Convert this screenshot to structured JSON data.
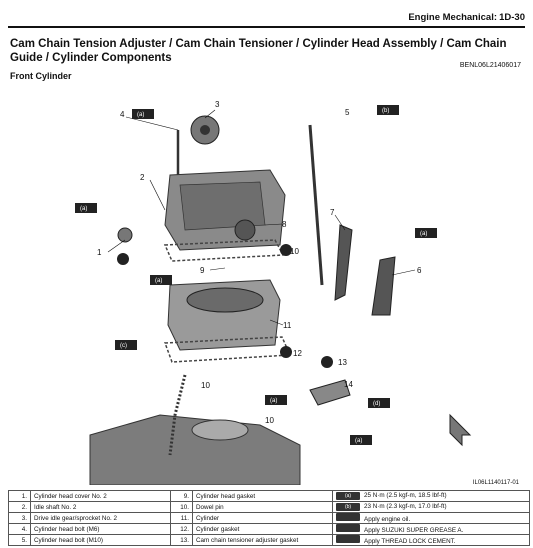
{
  "header": {
    "section": "Engine Mechanical:",
    "page": "1D-30"
  },
  "title": "Cam Chain Tension Adjuster / Cam Chain Tensioner / Cylinder Head Assembly / Cam Chain Guide / Cylinder Components",
  "doc_code": "BENL06L21406017",
  "subtitle": "Front Cylinder",
  "figure_code": "IL06L1140117-01",
  "callouts": [
    "1",
    "2",
    "3",
    "4",
    "5",
    "6",
    "7",
    "8",
    "9",
    "10",
    "10",
    "10",
    "11",
    "12",
    "13",
    "14"
  ],
  "badges": [
    "(a)",
    "(b)",
    "(a)",
    "(a)",
    "(c)",
    "(a)",
    "(d)",
    "(a)",
    "(a)"
  ],
  "legend": {
    "rows": [
      {
        "n1": "1.",
        "t1": "Cylinder head cover No. 2",
        "n2": "9.",
        "t2": "Cylinder head gasket",
        "sym": "(a)",
        "t3": "25 N·m (2.5 kgf-m, 18.5 lbf-ft)"
      },
      {
        "n1": "2.",
        "t1": "Idle shaft No. 2",
        "n2": "10.",
        "t2": "Dowel pin",
        "sym": "(b)",
        "t3": "23 N·m (2.3 kgf-m, 17.0 lbf-ft)"
      },
      {
        "n1": "3.",
        "t1": "Drive idle gear/sprocket No. 2",
        "n2": "11.",
        "t2": "Cylinder",
        "sym": "",
        "t3": "Apply engine oil."
      },
      {
        "n1": "4.",
        "t1": "Cylinder head bolt (M6)",
        "n2": "12.",
        "t2": "Cylinder gasket",
        "sym": "",
        "t3": "Apply SUZUKI SUPER GREASE A."
      },
      {
        "n1": "5.",
        "t1": "Cylinder head bolt (M10)",
        "n2": "13.",
        "t2": "Cam chain tensioner adjuster gasket",
        "sym": "",
        "t3": "Apply THREAD LOCK CEMENT."
      }
    ]
  }
}
